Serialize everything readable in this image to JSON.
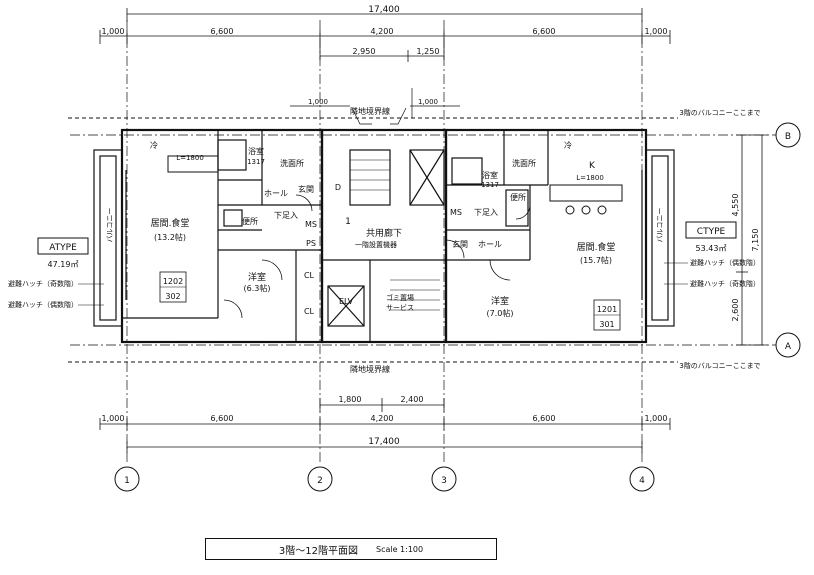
{
  "dimensions": {
    "top_total": "17,400",
    "top_row": [
      "1,000",
      "6,600",
      "4,200",
      "6,600",
      "1,000"
    ],
    "top_mid": [
      "2,950",
      "1,250"
    ],
    "bottom_mid": [
      "1,800",
      "2,400"
    ],
    "bottom_row": [
      "1,000",
      "6,600",
      "4,200",
      "6,600",
      "1,000"
    ],
    "bottom_total": "17,400",
    "right_total": "7,150",
    "right_upper": "4,550",
    "right_lower": "2,600",
    "small_left": "1,000",
    "small_right": "1,000"
  },
  "grid": {
    "columns": [
      "1",
      "2",
      "3",
      "4"
    ],
    "rows": [
      "B",
      "A"
    ]
  },
  "boundary": {
    "top_label": "隣地境界線",
    "bottom_label": "隣地境界線",
    "balcony_note_top": "3階のバルコニーここまで",
    "balcony_note_bottom": "3階のバルコニーここまで"
  },
  "units": {
    "a_type": {
      "badge": "ATYPE",
      "area": "47.19㎡",
      "hatch_1": "避難ハッチ（奇数階）",
      "hatch_2": "避難ハッチ（偶数階）",
      "living": "居間.食堂",
      "living_size": "(13.2帖)",
      "bedroom": "洋室",
      "bedroom_size": "(6.3帖)",
      "bath": "浴室",
      "bath_size": "1317",
      "wash": "洗面所",
      "toilet": "便所",
      "hall": "ホール",
      "entry": "玄関",
      "shoe": "下足入",
      "kitchen_len": "L=1800",
      "balcony": "バルコニー",
      "ms": "MS",
      "ps": "PS",
      "cl1": "CL",
      "cl2": "CL",
      "reizo": "冷",
      "room_no_top": "1202",
      "room_no_bottom": "302"
    },
    "c_type": {
      "badge": "CTYPE",
      "area": "53.43㎡",
      "hatch_1": "避難ハッチ（偶数階）",
      "hatch_2": "避難ハッチ（奇数階）",
      "living": "居間.食堂",
      "living_size": "(15.7帖)",
      "bedroom": "洋室",
      "bedroom_size": "(7.0帖)",
      "bath": "浴室",
      "bath_size": "1317",
      "wash": "洗面所",
      "toilet": "便所",
      "hall": "ホール",
      "entry": "玄関",
      "shoe": "下足入",
      "kitchen": "K",
      "kitchen_len": "L=1800",
      "balcony": "バルコニー",
      "ms": "MS",
      "reizo": "冷",
      "room_no_top": "1201",
      "room_no_bottom": "301"
    }
  },
  "common": {
    "corridor": "共用廊下",
    "corridor_no": "1",
    "ev": "ELV",
    "garbage": "ゴミ置場",
    "note": "一階設置機器",
    "service": "サービス",
    "d": "D"
  },
  "title": {
    "text": "3階～12階平面図",
    "scale": "Scale 1:100"
  }
}
